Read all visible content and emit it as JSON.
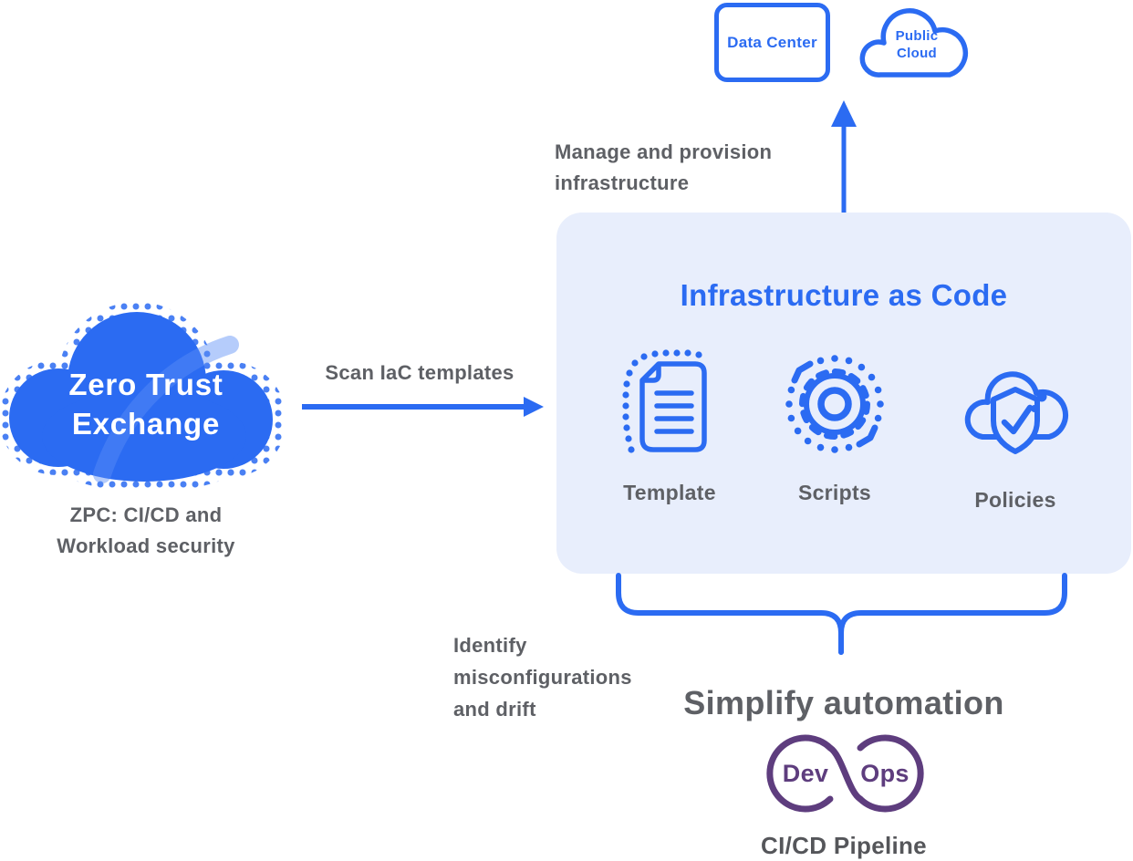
{
  "colors": {
    "accent_blue": "#2b6bf2",
    "panel_bg": "#e8eefc",
    "text_gray": "#5e6065",
    "devops_purple": "#5e3d7e",
    "cloud_text_white": "#ffffff"
  },
  "top_targets": {
    "data_center_label": "Data Center",
    "public_cloud_line1": "Public",
    "public_cloud_line2": "Cloud"
  },
  "manage_label": {
    "line1": "Manage and provision",
    "line2": "infrastructure"
  },
  "iac_panel": {
    "title": "Infrastructure as Code",
    "items": [
      {
        "icon": "document-template-icon",
        "label": "Template"
      },
      {
        "icon": "gear-scripts-icon",
        "label": "Scripts"
      },
      {
        "icon": "cloud-shield-policies-icon",
        "label": "Policies"
      }
    ]
  },
  "zte_cloud": {
    "title_line1": "Zero Trust",
    "title_line2": "Exchange",
    "caption_line1": "ZPC: CI/CD and",
    "caption_line2": "Workload security"
  },
  "scan_arrow_label": "Scan IaC templates",
  "identify_label": {
    "line1": "Identify",
    "line2": "misconfigurations",
    "line3": "and drift"
  },
  "simplify_label": "Simplify automation",
  "devops": {
    "left_label": "Dev",
    "right_label": "Ops",
    "caption": "CI/CD Pipeline"
  }
}
